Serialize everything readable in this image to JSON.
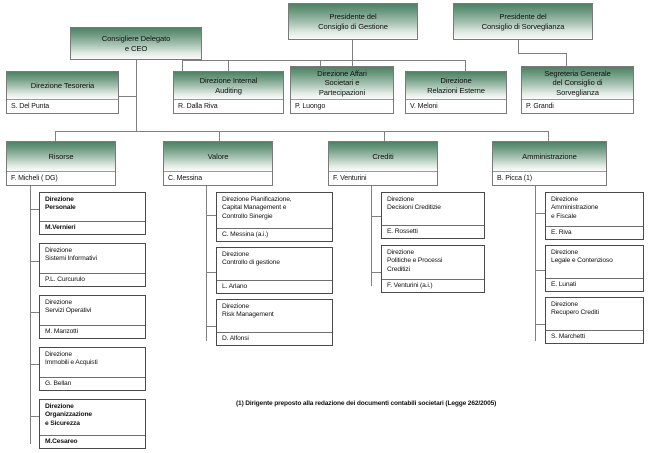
{
  "chart": {
    "type": "org-chart",
    "title_visible": false,
    "footnote": "(1) Dirigente preposto alla redazione dei documenti contabili societari (Legge 262/2005)",
    "colors": {
      "header_gradient_top": "#4f8165",
      "header_gradient_bottom": "#fbfcfb",
      "box_border": "#7a7a7a",
      "subbox_border": "#4a4a4a",
      "connector": "#808080",
      "text": "#111111",
      "background": "#ffffff"
    }
  },
  "top": {
    "presidente_gestione": {
      "title": "Presidente del\nConsiglio di Gestione"
    },
    "presidente_sorveglianza": {
      "title": "Presidente del\nConsiglio di Sorveglianza"
    },
    "consigliere_delegato": {
      "title": "Consigliere Delegato\ne CEO"
    }
  },
  "staff": [
    {
      "title": "Direzione Tesoreria",
      "person": "S. Del Punta"
    },
    {
      "title": "Direzione Internal\nAuditing",
      "person": "R. Dalla Riva"
    },
    {
      "title": "Direzione Affari\nSocietari e\nPartecipazioni",
      "person": "P. Luongo"
    },
    {
      "title": "Direzione\nRelazioni Esterne",
      "person": "V. Meloni"
    },
    {
      "title": "Segreteria Generale\ndel Consiglio di\nSorveglianza",
      "person": "P. Grandi"
    }
  ],
  "divisions": [
    {
      "title": "Risorse",
      "person": "F. Micheli ( DG)",
      "units": [
        {
          "title": "Direzione\nPersonale",
          "person": "M.Vernieri",
          "bold": true
        },
        {
          "title": "Direzione\nSistemi Informativi",
          "person": "P.L. Curcurulo",
          "bold": false
        },
        {
          "title": "Direzione\nServizi Operativi",
          "person": "M. Manzotti",
          "bold": false
        },
        {
          "title": "Direzione\nImmobili e Acquisti",
          "person": "G. Bellan",
          "bold": false
        },
        {
          "title": "Direzione\nOrganizzazione\ne Sicurezza",
          "person": "M.Cesareo",
          "bold": true
        }
      ]
    },
    {
      "title": "Valore",
      "person": "C. Messina",
      "units": [
        {
          "title": "Direzione Pianificazione,\nCapital Management e\nControllo Sinergie",
          "person": "C. Messina (a.i.)",
          "bold": false
        },
        {
          "title": "Direzione\nControllo di gestione",
          "person": "L. Arlano",
          "bold": false
        },
        {
          "title": "Direzione\nRisk Management",
          "person": "D. Alfonsi",
          "bold": false
        }
      ]
    },
    {
      "title": "Crediti",
      "person": "F. Venturini",
      "units": [
        {
          "title": "Direzione\nDecisioni Creditizie",
          "person": "E. Rossetti",
          "bold": false
        },
        {
          "title": "Direzione\nPolitiche e Processi\nCreditizi",
          "person": "F. Venturini (a.i.)",
          "bold": false
        }
      ]
    },
    {
      "title": "Amministrazione",
      "person": "B. Picca (1)",
      "units": [
        {
          "title": "Direzione\nAmministrazione\ne Fiscale",
          "person": "E. Riva",
          "bold": false
        },
        {
          "title": "Direzione\nLegale e Contenzioso",
          "person": "E. Lunati",
          "bold": false
        },
        {
          "title": "Direzione\nRecupero Crediti",
          "person": "S. Marchetti",
          "bold": false
        }
      ]
    }
  ]
}
